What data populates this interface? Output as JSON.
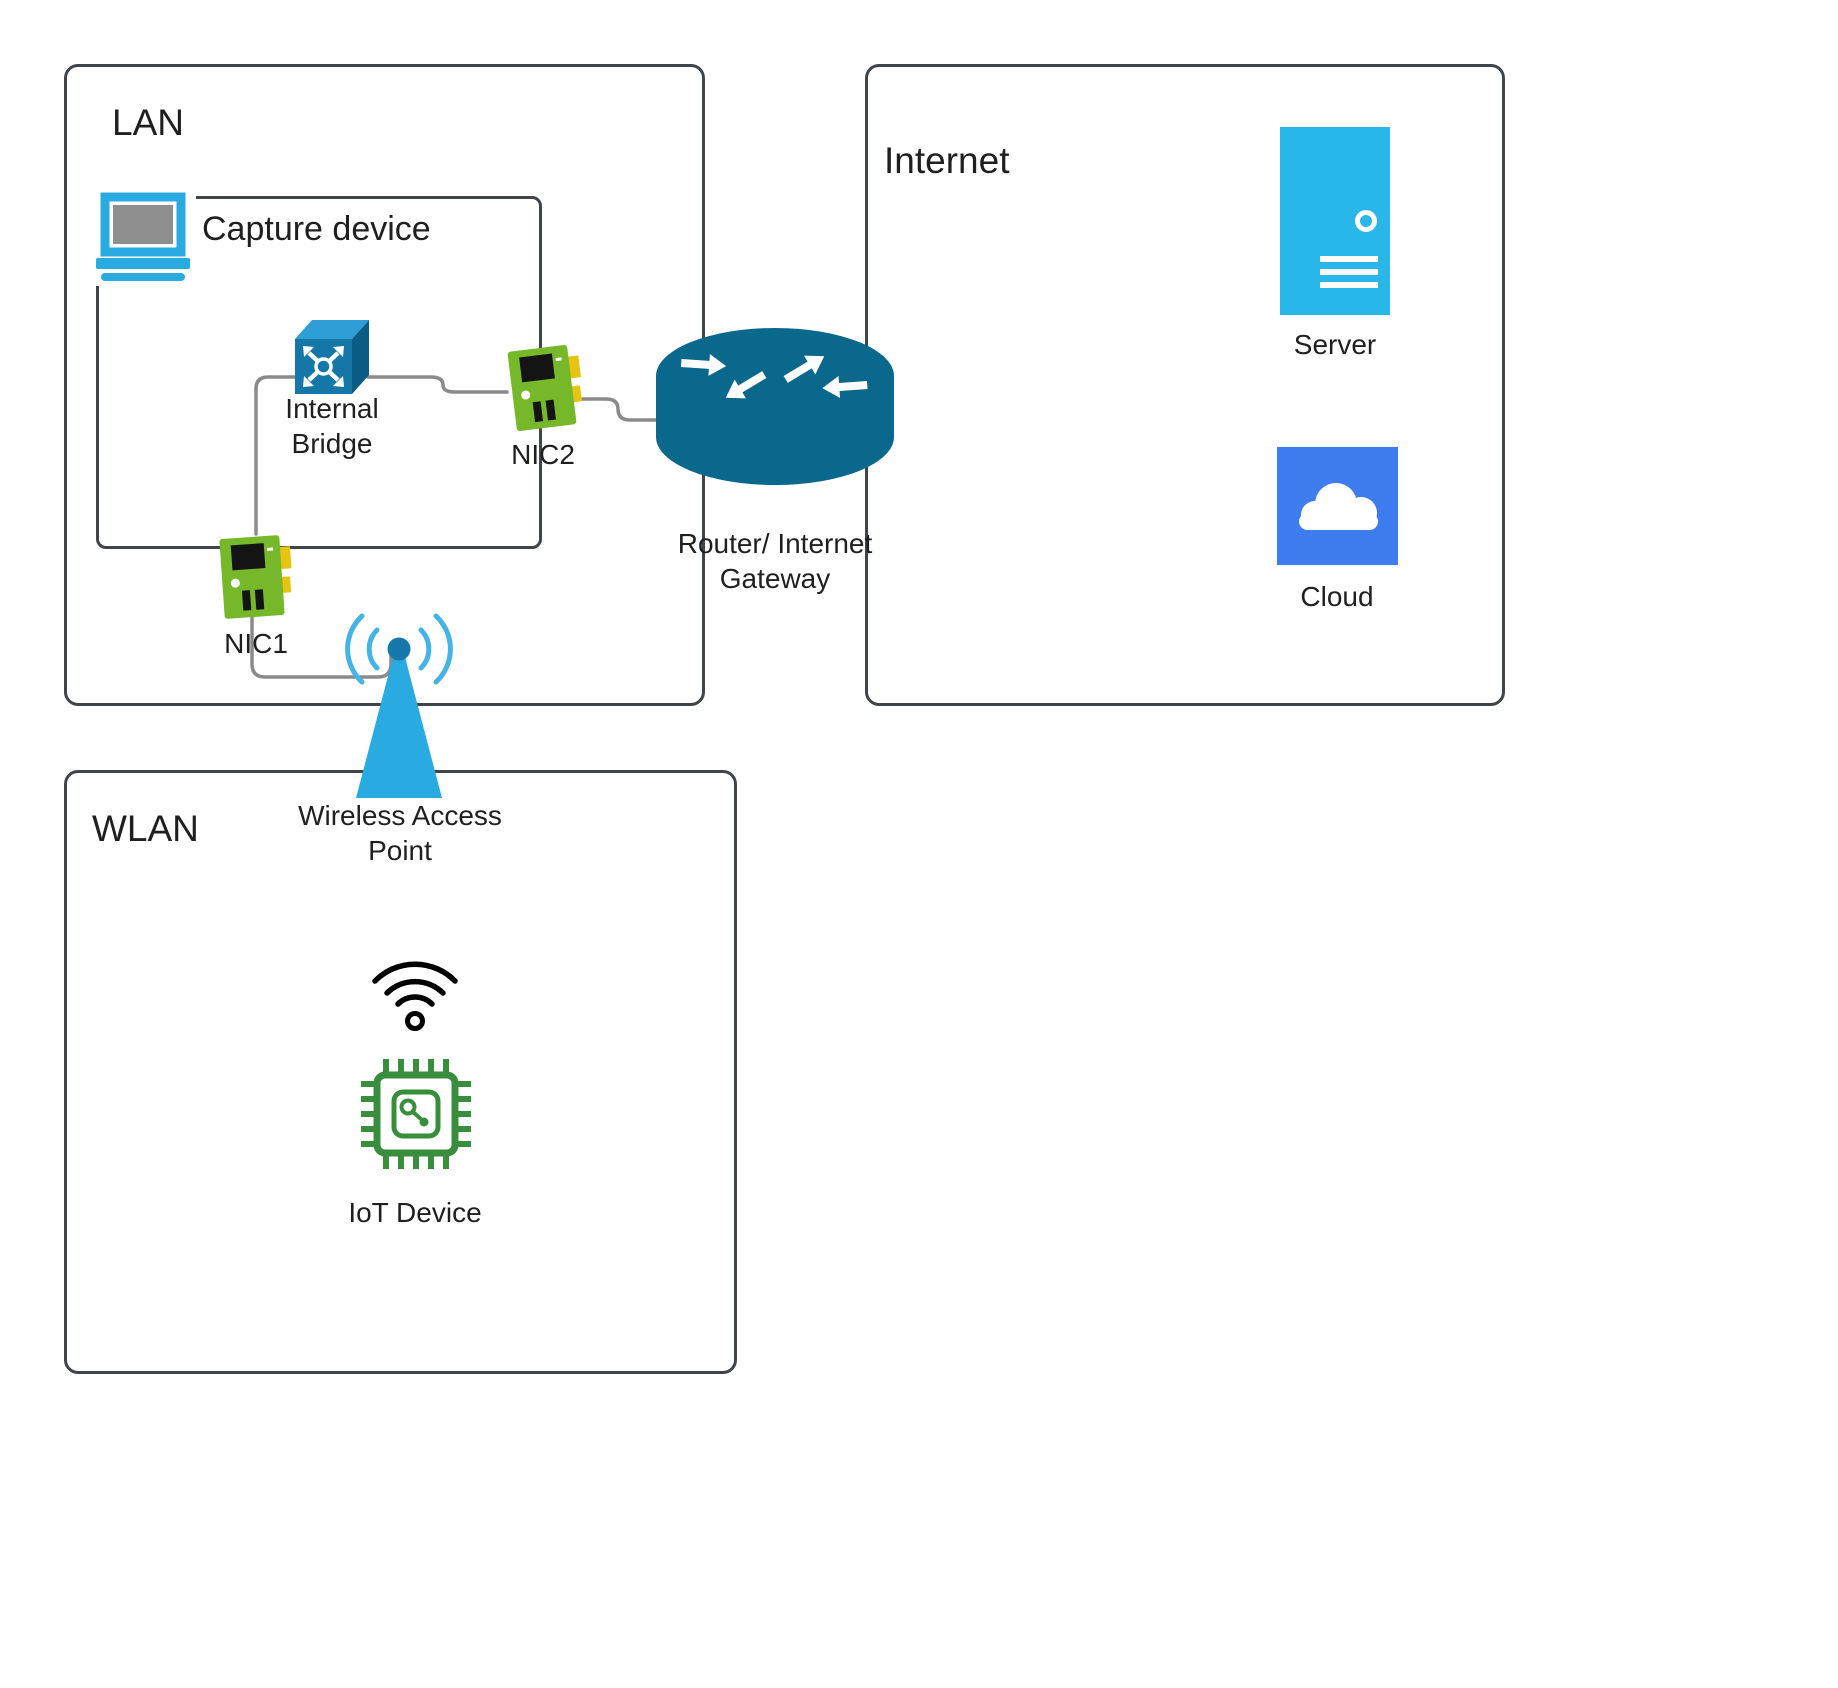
{
  "colors": {
    "text": "#1f1f1f",
    "box-border": "#40454a",
    "line": "#8a8a8a",
    "laptop-blue": "#29abe2",
    "laptop-screen": "#8f8f8f",
    "bridge-front": "#1577a8",
    "bridge-top": "#2d9fd6",
    "bridge-side": "#0b5c85",
    "nic-green": "#76b82a",
    "nic-dark": "#141414",
    "nic-yellow": "#e8c412",
    "router-teal": "#0a688c",
    "server-cyan": "#29b6e8",
    "cloud-blue": "#3f7cf0",
    "wap-blue": "#29abe2",
    "wap-ball": "#1779ab",
    "wifi-black": "#000000",
    "iot-green": "#388e3c"
  },
  "regions": {
    "lan": {
      "label": "LAN"
    },
    "capture_device": {
      "label": "Capture device"
    },
    "internet": {
      "label": "Internet"
    },
    "wlan": {
      "label": "WLAN"
    }
  },
  "nodes": {
    "internal_bridge": {
      "label": "Internal Bridge"
    },
    "nic1": {
      "label": "NIC1"
    },
    "nic2": {
      "label": "NIC2"
    },
    "router": {
      "label": "Router/ Internet Gateway"
    },
    "server": {
      "label": "Server"
    },
    "cloud": {
      "label": "Cloud"
    },
    "wireless_access_point": {
      "label": "Wireless Access Point"
    },
    "iot_device": {
      "label": "IoT Device"
    }
  },
  "icons": [
    "laptop-icon",
    "internal-bridge-icon",
    "nic-card-icon",
    "router-icon",
    "server-icon",
    "cloud-icon",
    "wireless-access-point-icon",
    "wifi-signal-icon",
    "iot-chip-icon"
  ],
  "edges": [
    {
      "from": "internal_bridge",
      "to": "nic2"
    },
    {
      "from": "internal_bridge",
      "to": "nic1"
    },
    {
      "from": "nic2",
      "to": "router"
    },
    {
      "from": "nic1",
      "to": "wireless_access_point"
    }
  ]
}
